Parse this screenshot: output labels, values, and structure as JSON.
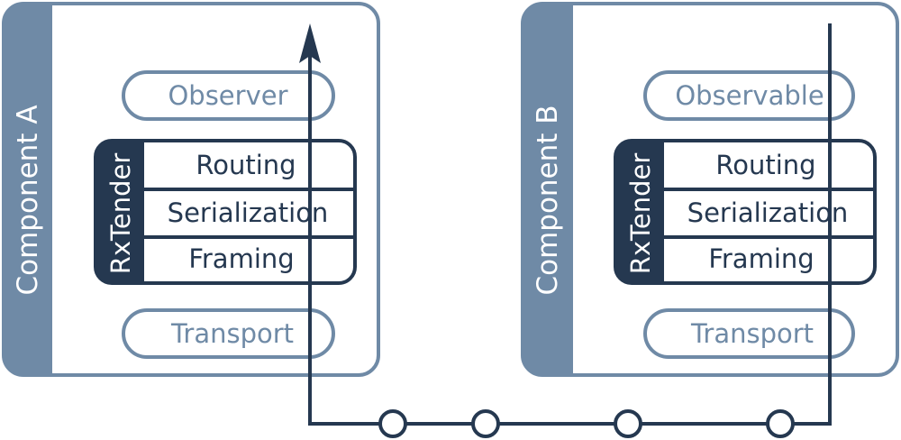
{
  "components": [
    {
      "label": "Component A",
      "pills": {
        "top": "Observer",
        "bottom": "Transport"
      },
      "stack": {
        "side_label": "RxTender",
        "layers": [
          "Routing",
          "Serialization",
          "Framing"
        ]
      }
    },
    {
      "label": "Component B",
      "pills": {
        "top": "Observable",
        "bottom": "Transport"
      },
      "stack": {
        "side_label": "RxTender",
        "layers": [
          "Routing",
          "Serialization",
          "Framing"
        ]
      }
    }
  ],
  "colors": {
    "frame": "#6f8aa6",
    "dark": "#253850",
    "light_text": "#6f8aa6",
    "white": "#ffffff"
  },
  "icons": {
    "flow_arrow": "arrow-up-icon",
    "link_node": "circle-node-icon"
  }
}
